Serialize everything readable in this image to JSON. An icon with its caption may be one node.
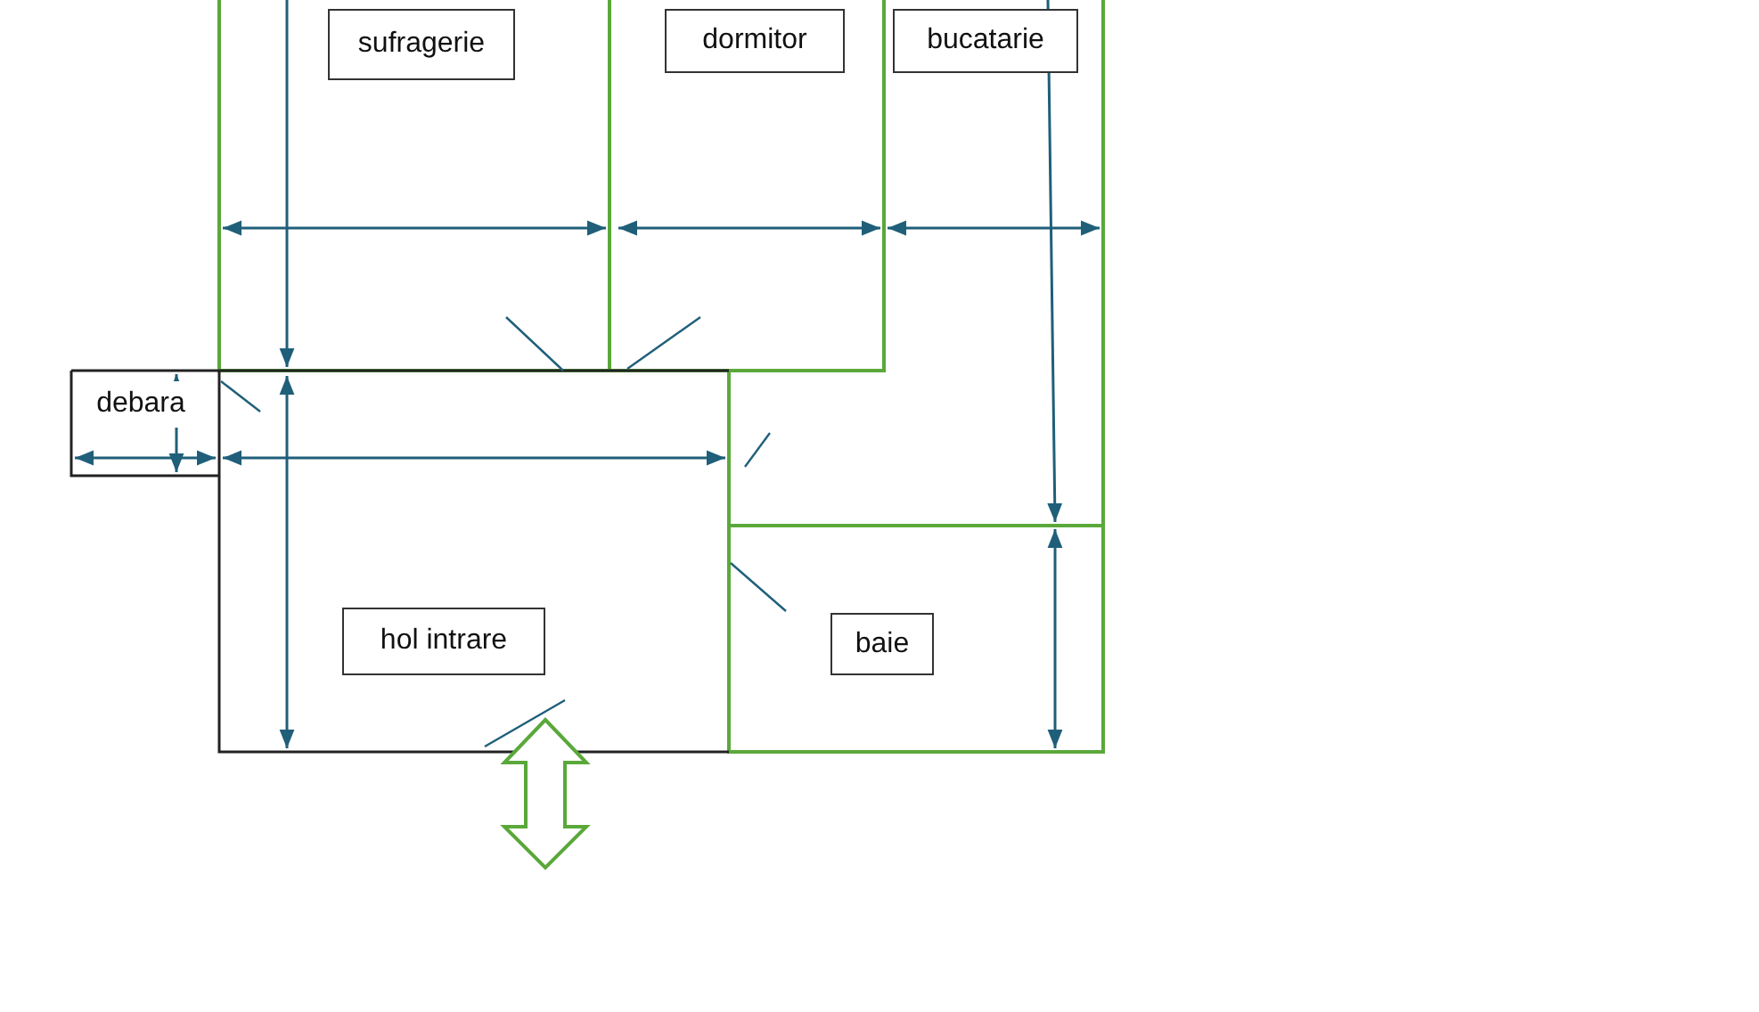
{
  "diagram": {
    "nodes": [
      {
        "text": [
          "sufragerie"
        ]
      },
      {
        "text": [
          "dormitor"
        ]
      },
      {
        "text": [
          "bucatarie"
        ]
      },
      {
        "text": [
          "debara"
        ]
      },
      {
        "text": [
          "hol intrare"
        ]
      },
      {
        "text": [
          "baie"
        ]
      }
    ]
  }
}
